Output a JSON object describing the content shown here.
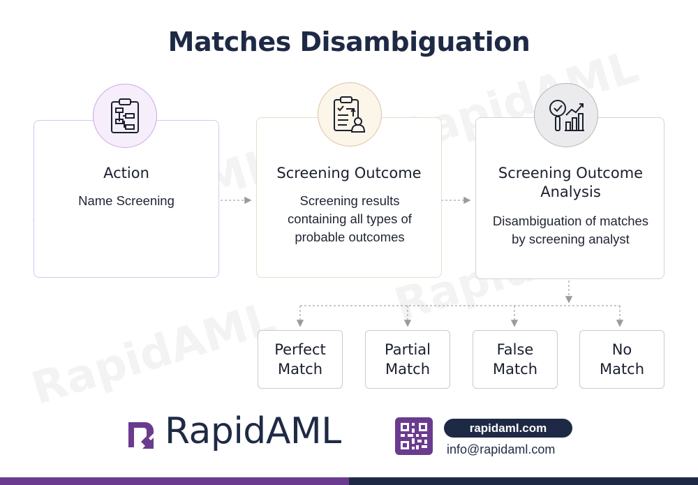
{
  "title": "Matches Disambiguation",
  "watermark_text": "RapidAML",
  "steps": [
    {
      "title": "Action",
      "description": "Name Screening",
      "icon": "flowchart-clipboard-icon"
    },
    {
      "title": "Screening Outcome",
      "description": "Screening results containing all types of probable outcomes",
      "icon": "checklist-clipboard-user-icon"
    },
    {
      "title": "Screening Outcome Analysis",
      "description": "Disambiguation of matches by screening analyst",
      "icon": "magnifier-chart-icon"
    }
  ],
  "outcomes": [
    {
      "line1": "Perfect",
      "line2": "Match"
    },
    {
      "line1": "Partial",
      "line2": "Match"
    },
    {
      "line1": "False",
      "line2": "Match"
    },
    {
      "line1": "No",
      "line2": "Match"
    }
  ],
  "footer": {
    "brand": "RapidAML",
    "website": "rapidaml.com",
    "email": "info@rapidaml.com"
  },
  "colors": {
    "navy": "#1e2a45",
    "purple": "#6b3b8f",
    "action_border": "#d9c6ea",
    "outcome_border": "#e6dccb",
    "analysis_border": "#d2d3d6"
  }
}
